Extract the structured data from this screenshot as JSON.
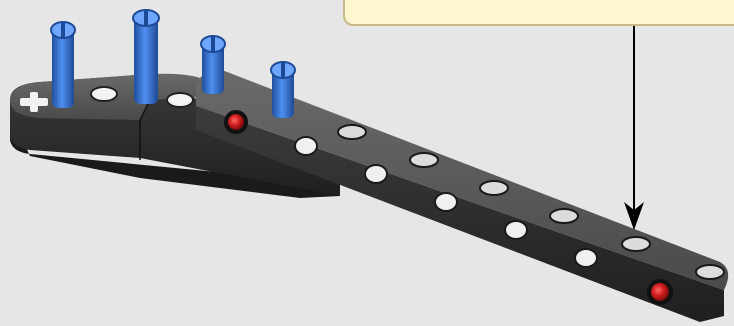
{
  "scene": {
    "background": "#e6e6e6",
    "callout": {
      "fill": "#fdf6cf",
      "border": "#c9b98a"
    },
    "parts": [
      {
        "name": "l-shaped-beam",
        "color": "#3a3a3a"
      },
      {
        "name": "straight-beam",
        "color": "#3f3f3f"
      },
      {
        "name": "blue-axle-pin",
        "color": "#2f6fd1",
        "count": 4
      },
      {
        "name": "red-connector",
        "color": "#d42222",
        "count": 2
      }
    ],
    "arrow": {
      "color": "#000000",
      "direction": "down"
    }
  }
}
